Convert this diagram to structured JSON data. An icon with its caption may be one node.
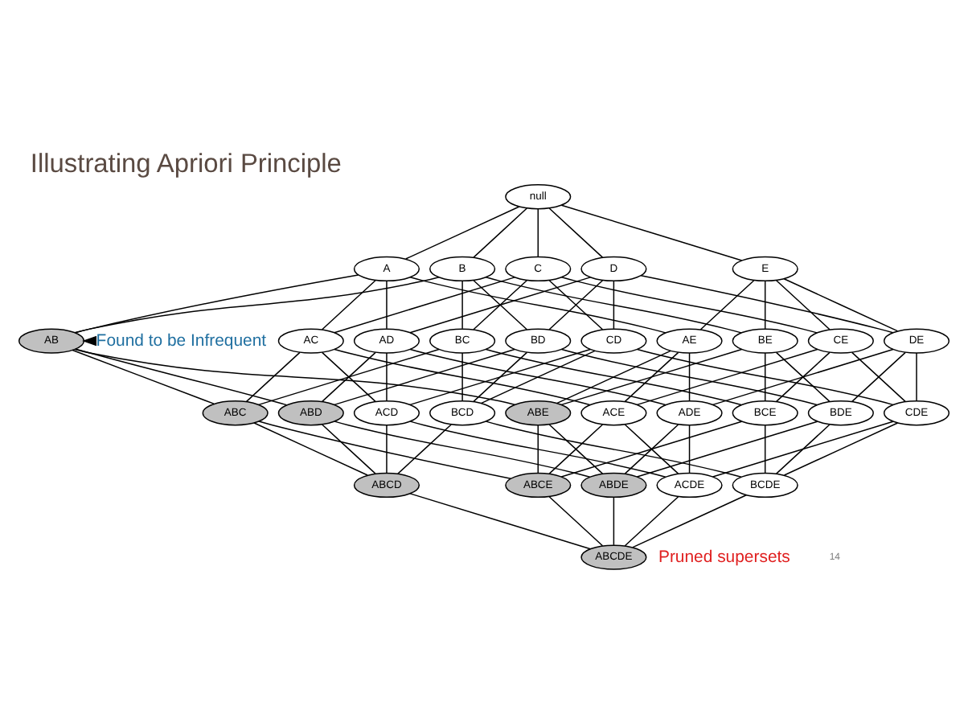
{
  "diagram": {
    "title": "Illustrating Apriori Principle",
    "nodes": [
      {
        "text": [
          "null"
        ]
      },
      {
        "text": [
          "A"
        ]
      },
      {
        "text": [
          "B"
        ]
      },
      {
        "text": [
          "C"
        ]
      },
      {
        "text": [
          "D"
        ]
      },
      {
        "text": [
          "E"
        ]
      },
      {
        "text": [
          "AB"
        ]
      },
      {
        "text": [
          "AC"
        ]
      },
      {
        "text": [
          "AD"
        ]
      },
      {
        "text": [
          "AE"
        ]
      },
      {
        "text": [
          "BC"
        ]
      },
      {
        "text": [
          "BD"
        ]
      },
      {
        "text": [
          "BE"
        ]
      },
      {
        "text": [
          "CD"
        ]
      },
      {
        "text": [
          "CE"
        ]
      },
      {
        "text": [
          "DE"
        ]
      },
      {
        "text": [
          "ABC"
        ]
      },
      {
        "text": [
          "ABD"
        ]
      },
      {
        "text": [
          "ABE"
        ]
      },
      {
        "text": [
          "ACD"
        ]
      },
      {
        "text": [
          "ACE"
        ]
      },
      {
        "text": [
          "ADE"
        ]
      },
      {
        "text": [
          "BCD"
        ]
      },
      {
        "text": [
          "BCE"
        ]
      },
      {
        "text": [
          "BDE"
        ]
      },
      {
        "text": [
          "CDE"
        ]
      },
      {
        "text": [
          "ABCD"
        ]
      },
      {
        "text": [
          "ABCE"
        ]
      },
      {
        "text": [
          "ABDE"
        ]
      },
      {
        "text": [
          "ACDE"
        ]
      },
      {
        "text": [
          "BCDE"
        ]
      },
      {
        "text": [
          "ABCDE"
        ]
      },
      {
        "text": [
          "Found to be Infrequent"
        ]
      }
    ],
    "edges": [
      {
        "from": 0,
        "to": 1,
        "arrow": "none"
      },
      {
        "from": 0,
        "to": 2,
        "arrow": "none"
      },
      {
        "from": 0,
        "to": 3,
        "arrow": "none"
      },
      {
        "from": 0,
        "to": 4,
        "arrow": "none"
      },
      {
        "from": 0,
        "to": 5,
        "arrow": "none"
      },
      {
        "from": 1,
        "to": 6,
        "arrow": "none"
      },
      {
        "from": 2,
        "to": 6,
        "arrow": "none"
      },
      {
        "from": 1,
        "to": 7,
        "arrow": "none"
      },
      {
        "from": 3,
        "to": 7,
        "arrow": "none"
      },
      {
        "from": 1,
        "to": 8,
        "arrow": "none"
      },
      {
        "from": 4,
        "to": 8,
        "arrow": "none"
      },
      {
        "from": 1,
        "to": 9,
        "arrow": "none"
      },
      {
        "from": 5,
        "to": 9,
        "arrow": "none"
      },
      {
        "from": 2,
        "to": 10,
        "arrow": "none"
      },
      {
        "from": 3,
        "to": 10,
        "arrow": "none"
      },
      {
        "from": 2,
        "to": 11,
        "arrow": "none"
      },
      {
        "from": 4,
        "to": 11,
        "arrow": "none"
      },
      {
        "from": 2,
        "to": 12,
        "arrow": "none"
      },
      {
        "from": 5,
        "to": 12,
        "arrow": "none"
      },
      {
        "from": 3,
        "to": 13,
        "arrow": "none"
      },
      {
        "from": 4,
        "to": 13,
        "arrow": "none"
      },
      {
        "from": 3,
        "to": 14,
        "arrow": "none"
      },
      {
        "from": 5,
        "to": 14,
        "arrow": "none"
      },
      {
        "from": 4,
        "to": 15,
        "arrow": "none"
      },
      {
        "from": 5,
        "to": 15,
        "arrow": "none"
      },
      {
        "from": 6,
        "to": 16,
        "arrow": "none"
      },
      {
        "from": 7,
        "to": 16,
        "arrow": "none"
      },
      {
        "from": 10,
        "to": 16,
        "arrow": "none"
      },
      {
        "from": 6,
        "to": 17,
        "arrow": "none"
      },
      {
        "from": 8,
        "to": 17,
        "arrow": "none"
      },
      {
        "from": 11,
        "to": 17,
        "arrow": "none"
      },
      {
        "from": 6,
        "to": 18,
        "arrow": "none"
      },
      {
        "from": 9,
        "to": 18,
        "arrow": "none"
      },
      {
        "from": 12,
        "to": 18,
        "arrow": "none"
      },
      {
        "from": 7,
        "to": 19,
        "arrow": "none"
      },
      {
        "from": 8,
        "to": 19,
        "arrow": "none"
      },
      {
        "from": 13,
        "to": 19,
        "arrow": "none"
      },
      {
        "from": 7,
        "to": 20,
        "arrow": "none"
      },
      {
        "from": 9,
        "to": 20,
        "arrow": "none"
      },
      {
        "from": 14,
        "to": 20,
        "arrow": "none"
      },
      {
        "from": 8,
        "to": 21,
        "arrow": "none"
      },
      {
        "from": 9,
        "to": 21,
        "arrow": "none"
      },
      {
        "from": 15,
        "to": 21,
        "arrow": "none"
      },
      {
        "from": 10,
        "to": 22,
        "arrow": "none"
      },
      {
        "from": 11,
        "to": 22,
        "arrow": "none"
      },
      {
        "from": 13,
        "to": 22,
        "arrow": "none"
      },
      {
        "from": 10,
        "to": 23,
        "arrow": "none"
      },
      {
        "from": 12,
        "to": 23,
        "arrow": "none"
      },
      {
        "from": 14,
        "to": 23,
        "arrow": "none"
      },
      {
        "from": 11,
        "to": 24,
        "arrow": "none"
      },
      {
        "from": 12,
        "to": 24,
        "arrow": "none"
      },
      {
        "from": 15,
        "to": 24,
        "arrow": "none"
      },
      {
        "from": 13,
        "to": 25,
        "arrow": "none"
      },
      {
        "from": 14,
        "to": 25,
        "arrow": "none"
      },
      {
        "from": 15,
        "to": 25,
        "arrow": "none"
      },
      {
        "from": 16,
        "to": 26,
        "arrow": "none"
      },
      {
        "from": 17,
        "to": 26,
        "arrow": "none"
      },
      {
        "from": 19,
        "to": 26,
        "arrow": "none"
      },
      {
        "from": 22,
        "to": 26,
        "arrow": "none"
      },
      {
        "from": 16,
        "to": 27,
        "arrow": "none"
      },
      {
        "from": 18,
        "to": 27,
        "arrow": "none"
      },
      {
        "from": 20,
        "to": 27,
        "arrow": "none"
      },
      {
        "from": 23,
        "to": 27,
        "arrow": "none"
      },
      {
        "from": 17,
        "to": 28,
        "arrow": "none"
      },
      {
        "from": 18,
        "to": 28,
        "arrow": "none"
      },
      {
        "from": 21,
        "to": 28,
        "arrow": "none"
      },
      {
        "from": 24,
        "to": 28,
        "arrow": "none"
      },
      {
        "from": 19,
        "to": 29,
        "arrow": "none"
      },
      {
        "from": 20,
        "to": 29,
        "arrow": "none"
      },
      {
        "from": 21,
        "to": 29,
        "arrow": "none"
      },
      {
        "from": 25,
        "to": 29,
        "arrow": "none"
      },
      {
        "from": 22,
        "to": 30,
        "arrow": "none"
      },
      {
        "from": 23,
        "to": 30,
        "arrow": "none"
      },
      {
        "from": 24,
        "to": 30,
        "arrow": "none"
      },
      {
        "from": 25,
        "to": 30,
        "arrow": "none"
      },
      {
        "from": 26,
        "to": 31,
        "arrow": "none"
      },
      {
        "from": 27,
        "to": 31,
        "arrow": "none"
      },
      {
        "from": 28,
        "to": 31,
        "arrow": "none"
      },
      {
        "from": 29,
        "to": 31,
        "arrow": "none"
      },
      {
        "from": 30,
        "to": 31,
        "arrow": "none"
      },
      {
        "from": 32,
        "to": 6,
        "arrow": "to"
      }
    ],
    "labels": [
      "Pruned supersets",
      "14"
    ]
  }
}
